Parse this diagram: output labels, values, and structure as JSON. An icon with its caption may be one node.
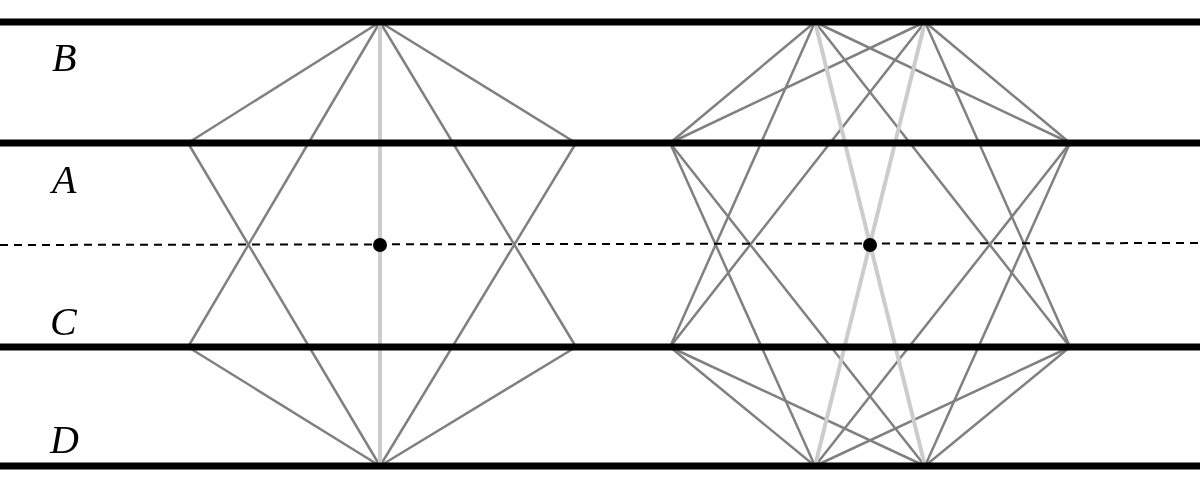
{
  "diagram": {
    "labels": [
      "B",
      "A",
      "C",
      "D"
    ]
  }
}
